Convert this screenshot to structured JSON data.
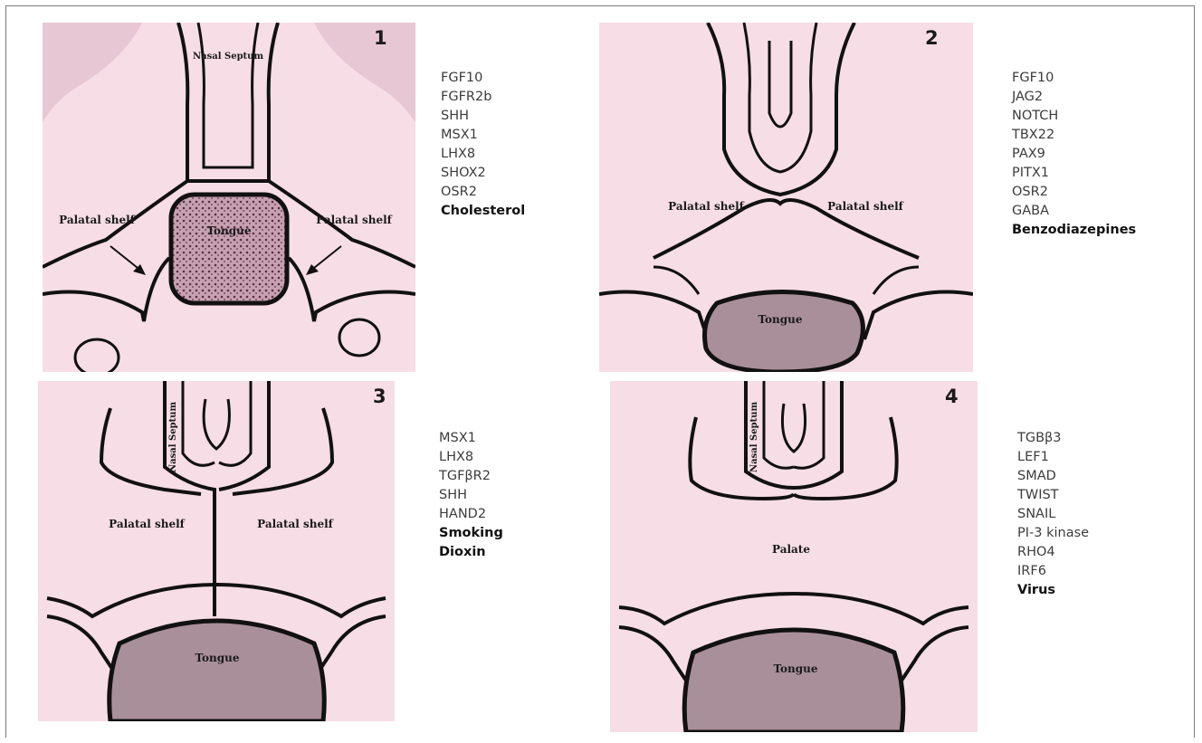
{
  "panels": [
    {
      "number": "1",
      "labels": {
        "septum": "Nasal Septum",
        "shelf_left": "Palatal shelf",
        "shelf_right": "Palatal shelf",
        "tongue": "Tongue"
      },
      "genes": [
        "FGF10",
        "FGFR2b",
        "SHH",
        "MSX1",
        "LHX8",
        "SHOX2",
        "OSR2"
      ],
      "factor": "Cholesterol"
    },
    {
      "number": "2",
      "labels": {
        "shelf_left": "Palatal shelf",
        "shelf_right": "Palatal shelf",
        "tongue": "Tongue"
      },
      "genes": [
        "FGF10",
        "JAG2",
        "NOTCH",
        "TBX22",
        "PAX9",
        "PITX1",
        "OSR2",
        "GABA"
      ],
      "factor": "Benzodiazepines"
    },
    {
      "number": "3",
      "labels": {
        "septum": "Nasal Septum",
        "shelf_left": "Palatal shelf",
        "shelf_right": "Palatal shelf",
        "tongue": "Tongue"
      },
      "genes": [
        "MSX1",
        "LHX8",
        "TGFβR2",
        "SHH",
        "HAND2"
      ],
      "factors": [
        "Smoking",
        "Dioxin"
      ]
    },
    {
      "number": "4",
      "labels": {
        "septum": "Nasal Septum",
        "palate": "Palate",
        "tongue": "Tongue"
      },
      "genes": [
        "TGBβ3",
        "LEF1",
        "SMAD",
        "TWIST",
        "SNAIL",
        "PI-3 kinase",
        "RHO4",
        "IRF6"
      ],
      "factor": "Virus"
    }
  ],
  "colors": {
    "tissue": "#f6dde6",
    "outline": "#111111",
    "tongue_fill": "#a98f9a",
    "text": "#3c3c3c"
  }
}
